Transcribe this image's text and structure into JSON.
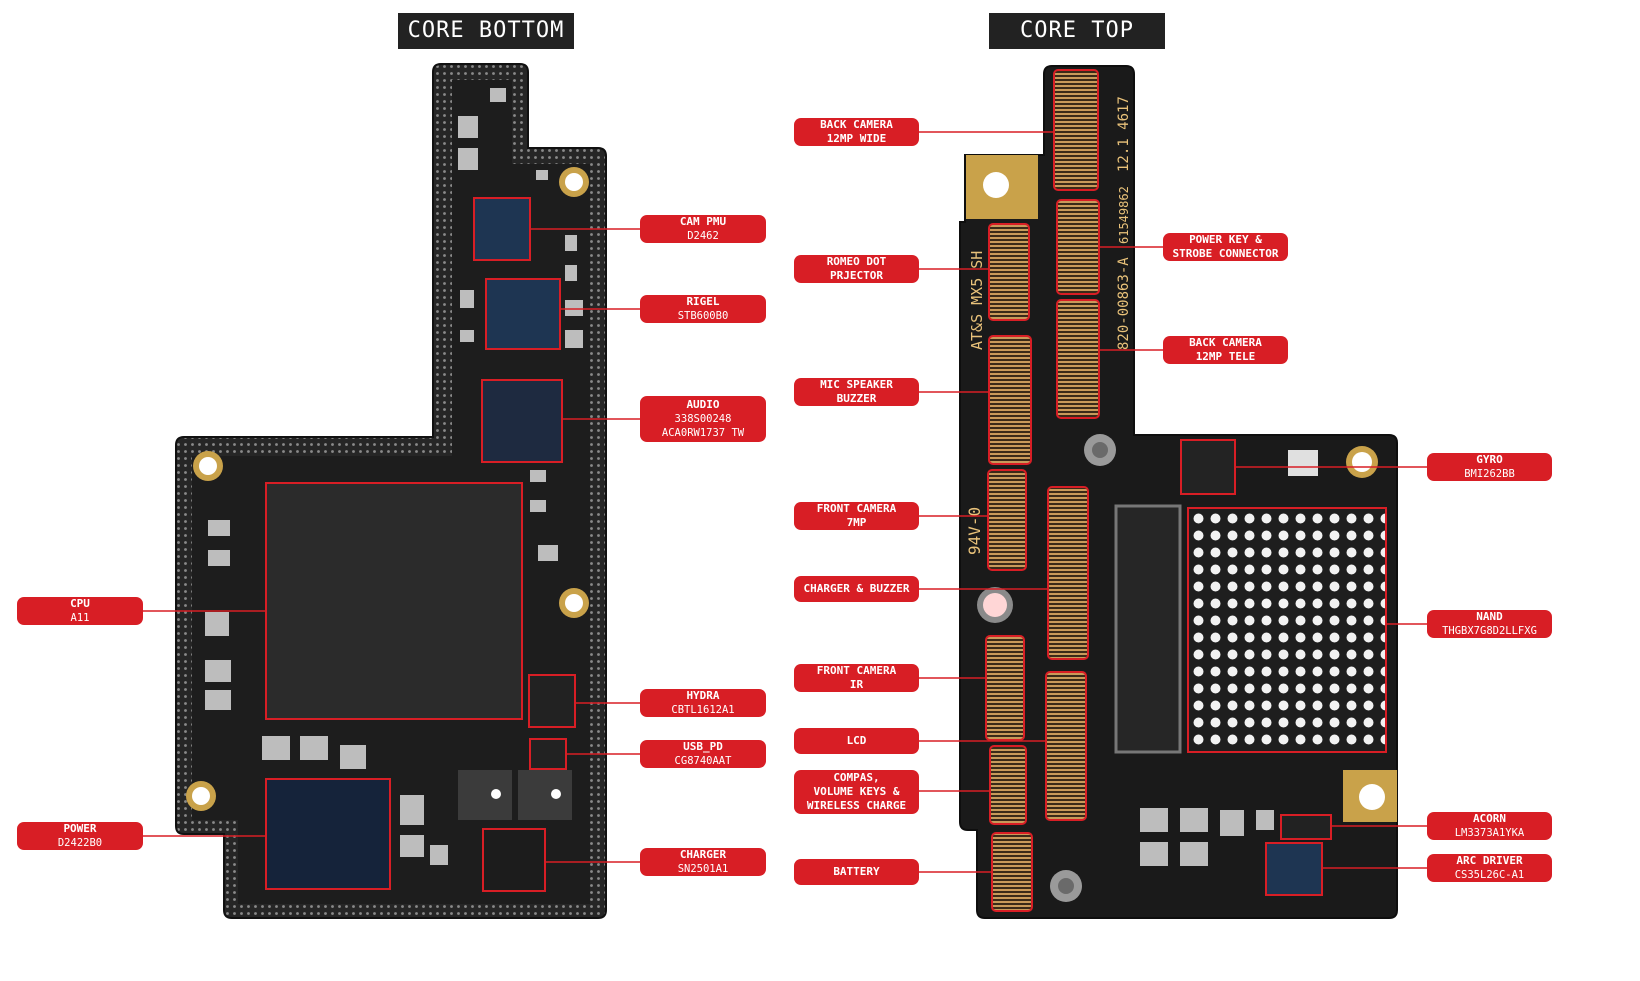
{
  "titles": {
    "bottom": "CORE BOTTOM",
    "top": "CORE TOP"
  },
  "colors": {
    "label_bg": "#d81e25",
    "label_text": "#ffffff",
    "pcb": "#1c1c1c",
    "outline": "#d81e25",
    "title_bg": "#222222"
  },
  "board_texts": {
    "silk_vertical": "AT&S MX5 SH",
    "part_number": "820-00863-A",
    "board_code": "61549862",
    "rev": "12.1  4617",
    "rating": "94V-0"
  },
  "bottom_labels": [
    {
      "id": "cam-pmu",
      "title": "CAM PMU",
      "part": "D2462"
    },
    {
      "id": "rigel",
      "title": "RIGEL",
      "part": "STB600B0"
    },
    {
      "id": "audio",
      "title": "AUDIO",
      "part": "338S00248\nACA0RW1737 TW"
    },
    {
      "id": "cpu",
      "title": "CPU",
      "part": "A11"
    },
    {
      "id": "hydra",
      "title": "HYDRA",
      "part": "CBTL1612A1"
    },
    {
      "id": "usb-pd",
      "title": "USB_PD",
      "part": "CG8740AAT"
    },
    {
      "id": "power",
      "title": "POWER",
      "part": "D2422B0"
    },
    {
      "id": "charger",
      "title": "CHARGER",
      "part": "SN2501A1"
    }
  ],
  "top_labels": [
    {
      "id": "back-camera-wide",
      "title": "BACK CAMERA",
      "part": "12MP WIDE"
    },
    {
      "id": "power-key",
      "title": "POWER KEY &",
      "part": "STROBE CONNECTOR"
    },
    {
      "id": "romeo",
      "title": "ROMEO DOT",
      "part": "PRJECTOR"
    },
    {
      "id": "back-camera-tele",
      "title": "BACK CAMERA",
      "part": "12MP TELE"
    },
    {
      "id": "mic-speaker",
      "title": "MIC SPEAKER",
      "part": "BUZZER"
    },
    {
      "id": "gyro",
      "title": "GYRO",
      "part": "BMI262BB"
    },
    {
      "id": "front-camera-7mp",
      "title": "FRONT CAMERA",
      "part": "7MP"
    },
    {
      "id": "charger-buzzer",
      "title": "CHARGER & BUZZER",
      "part": ""
    },
    {
      "id": "nand",
      "title": "NAND",
      "part": "THGBX7G8D2LLFXG"
    },
    {
      "id": "front-camera-ir",
      "title": "FRONT CAMERA",
      "part": "IR"
    },
    {
      "id": "lcd",
      "title": "LCD",
      "part": ""
    },
    {
      "id": "compas",
      "title": "COMPAS,\nVOLUME KEYS &\nWIRELESS CHARGE",
      "part": ""
    },
    {
      "id": "acorn",
      "title": "ACORN",
      "part": "LM3373A1YKA"
    },
    {
      "id": "battery",
      "title": "BATTERY",
      "part": ""
    },
    {
      "id": "arc-driver",
      "title": "ARC DRIVER",
      "part": "CS35L26C-A1"
    }
  ]
}
